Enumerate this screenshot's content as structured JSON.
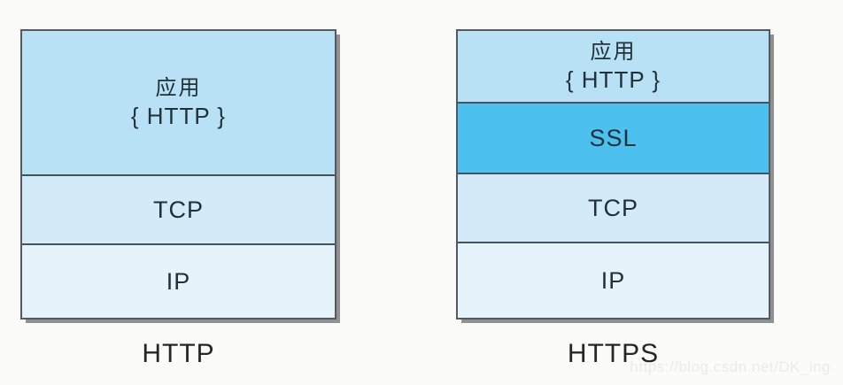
{
  "colors": {
    "background": "#fbfbf9",
    "app_fill": "#b8e1f6",
    "ssl_fill": "#4cc0ee",
    "tcp_fill": "#d3ebf9",
    "ip_fill": "#e6f3fb",
    "border": "#53595e",
    "divider": "#46535c",
    "layer_text": "#223038",
    "caption_text": "#262626",
    "watermark_text": "#ebebe9"
  },
  "stacks": [
    {
      "caption": "HTTP",
      "layers": [
        {
          "name": "application",
          "label_line1": "应用",
          "label_line2": "{ HTTP }"
        },
        {
          "name": "tcp",
          "label": "TCP"
        },
        {
          "name": "ip",
          "label": "IP"
        }
      ]
    },
    {
      "caption": "HTTPS",
      "layers": [
        {
          "name": "application",
          "label_line1": "应用",
          "label_line2": "{ HTTP }"
        },
        {
          "name": "ssl",
          "label": "SSL"
        },
        {
          "name": "tcp",
          "label": "TCP"
        },
        {
          "name": "ip",
          "label": "IP"
        }
      ]
    }
  ],
  "watermark": "https://blog.csdn.net/DK_ing"
}
